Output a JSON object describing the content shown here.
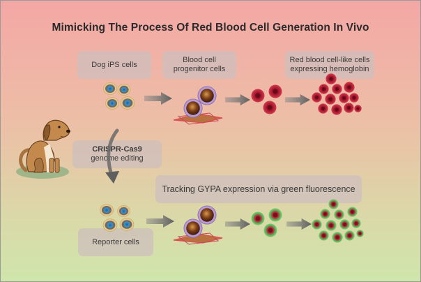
{
  "title": "Mimicking The Process Of Red Blood Cell Generation In Vivo",
  "labels": {
    "dog_ips": "Dog iPS cells",
    "progenitor_line1": "Blood cell",
    "progenitor_line2": "progenitor cells",
    "rbc_line1": "Red blood cell-like cells",
    "rbc_line2": "expressing hemoglobin",
    "crispr_line1": "CRISPR-Cas9",
    "crispr_line2": "genome editing",
    "tracking": "Tracking GYPA expression via green fluorescence",
    "reporter": "Reporter cells"
  },
  "icons": [
    "dog-icon",
    "ips-cell-cluster-icon",
    "progenitor-cell-icon",
    "red-blood-cell-icon",
    "green-fluorescent-cell-icon",
    "arrow-icon"
  ],
  "colors": {
    "red_cell": "#c0223a",
    "green_cell": "#6cc36a",
    "ips_nucleus": "#2f86c4",
    "progenitor_purple": "#9b79b8"
  }
}
